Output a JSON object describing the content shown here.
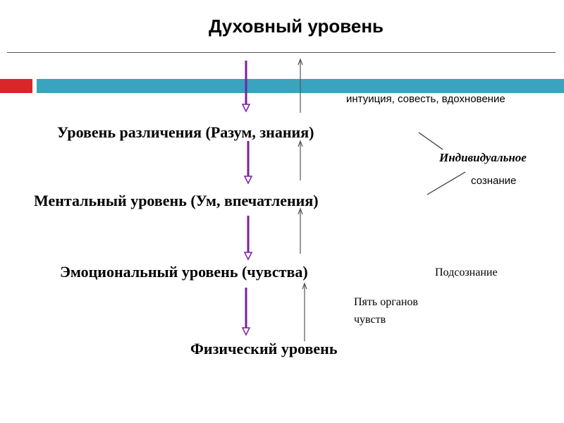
{
  "title": "Духовный уровень",
  "levels": {
    "discernment": "Уровень различения (Разум, знания)",
    "mental": "Ментальный уровень (Ум, впечатления)",
    "emotional": "Эмоциональный уровень (чувства)",
    "physical": "Физический уровень"
  },
  "notes": {
    "intuition": "интуиция, совесть, вдохновение",
    "individual": "Индивидуальное",
    "consciousness": "сознание",
    "subconscious": "Подсознание",
    "five_senses_line1": "Пять органов",
    "five_senses_line2": "чувств"
  },
  "colors": {
    "down_arrow": "#7b1fa2",
    "up_arrow": "#555555",
    "accent_red": "#d9262b",
    "accent_teal": "#3aa3bd"
  }
}
